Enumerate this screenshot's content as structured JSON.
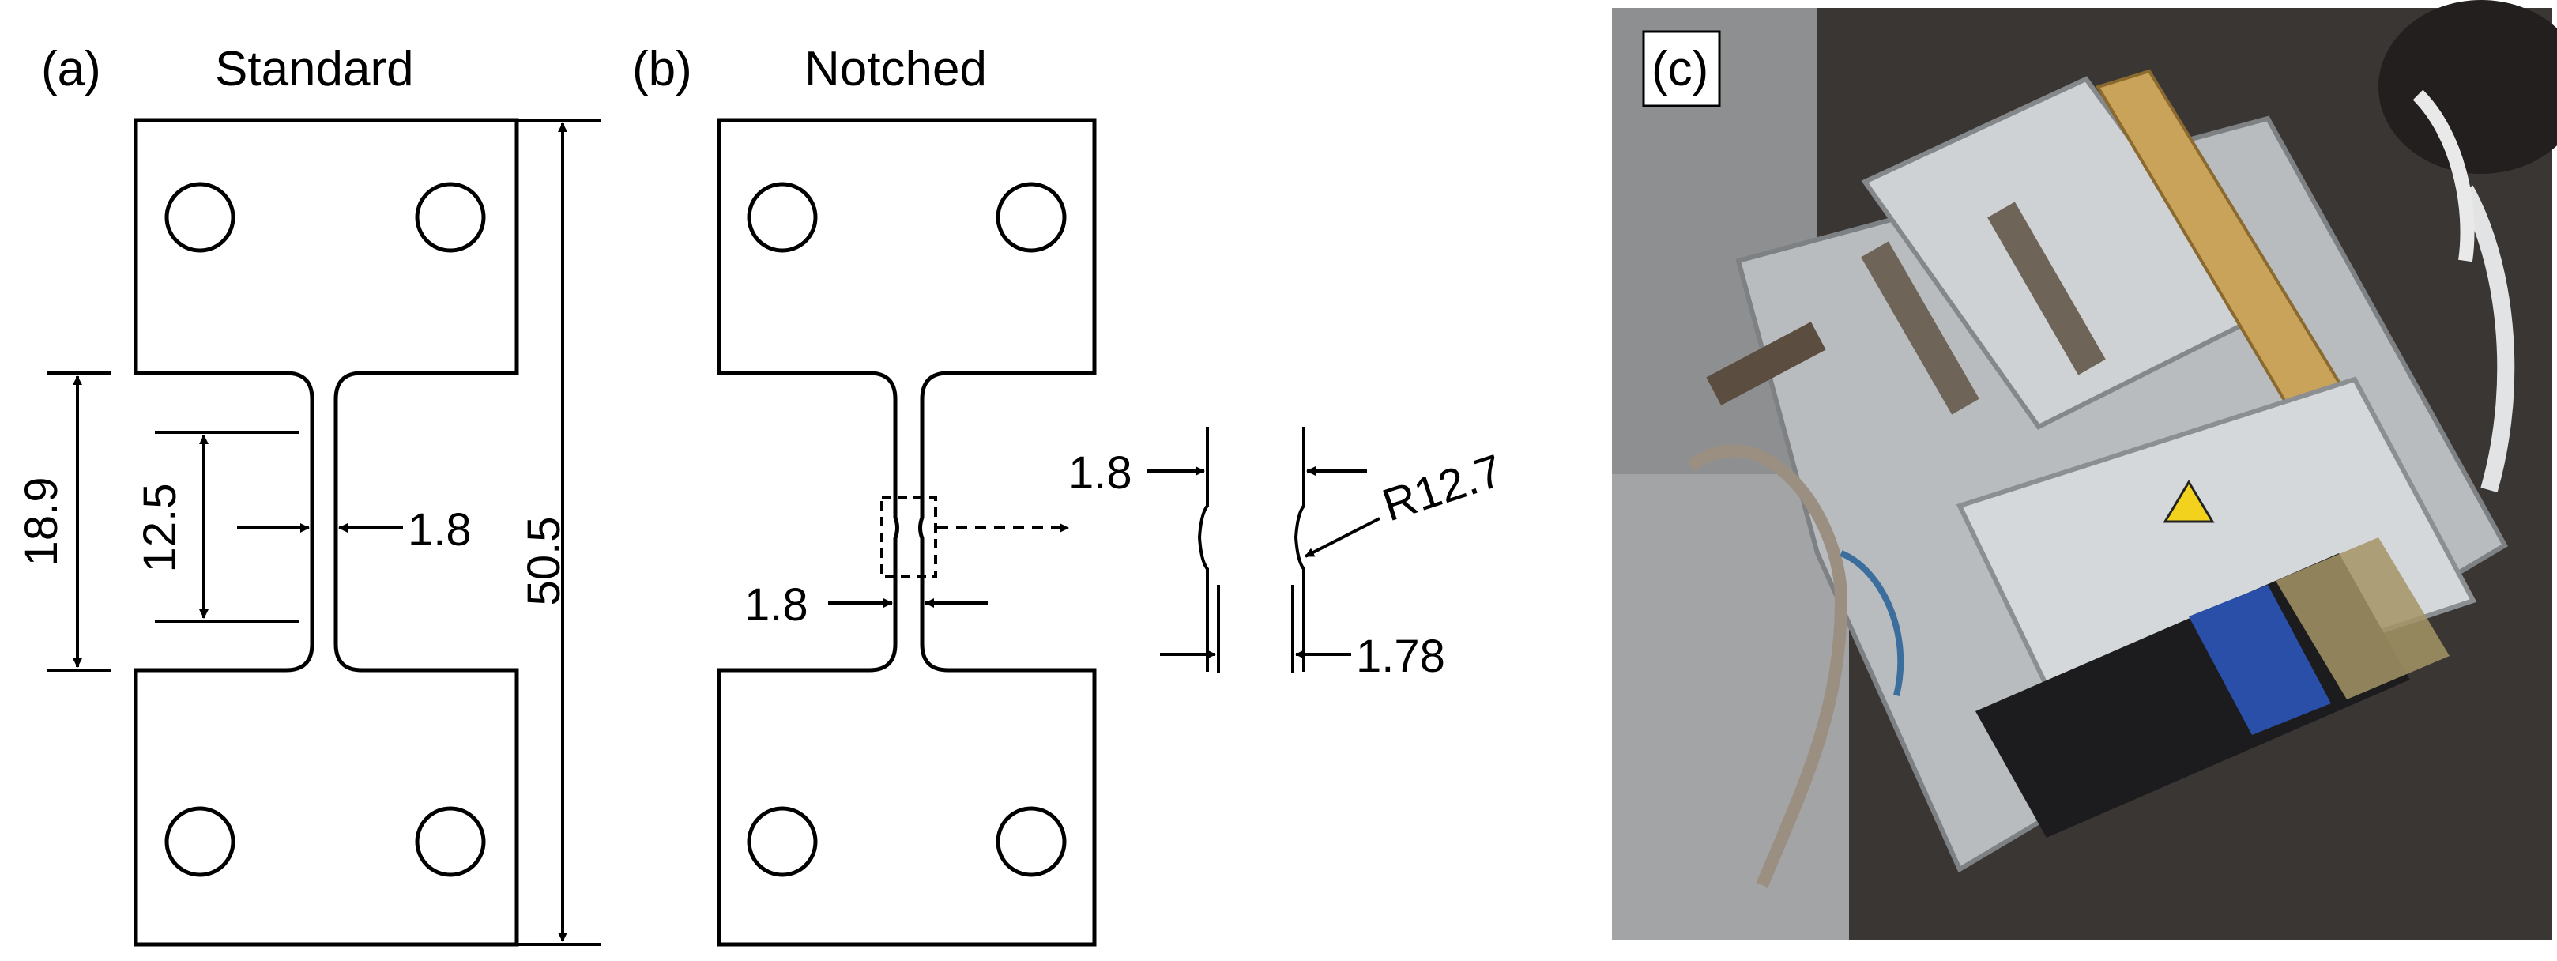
{
  "panels": {
    "a": {
      "label": "(a)",
      "title": "Standard",
      "dims": {
        "total_length": "50.5",
        "gauge_region": "18.9",
        "gauge_length": "12.5",
        "gauge_width": "1.8"
      }
    },
    "b": {
      "label": "(b)",
      "title": "Notched",
      "dims": {
        "width": "1.8",
        "notch_width": "1.8",
        "notch_radius": "R12.7",
        "notch_root": "1.78"
      }
    },
    "c": {
      "label": "(c)",
      "photo_description_icon": "tensile-stage-photo"
    }
  },
  "colors": {
    "line": "#000000",
    "photo_dark": "#3a3634",
    "metal": "#b9bcbf",
    "brass": "#c9a35a",
    "blue": "#2a4fa8"
  }
}
